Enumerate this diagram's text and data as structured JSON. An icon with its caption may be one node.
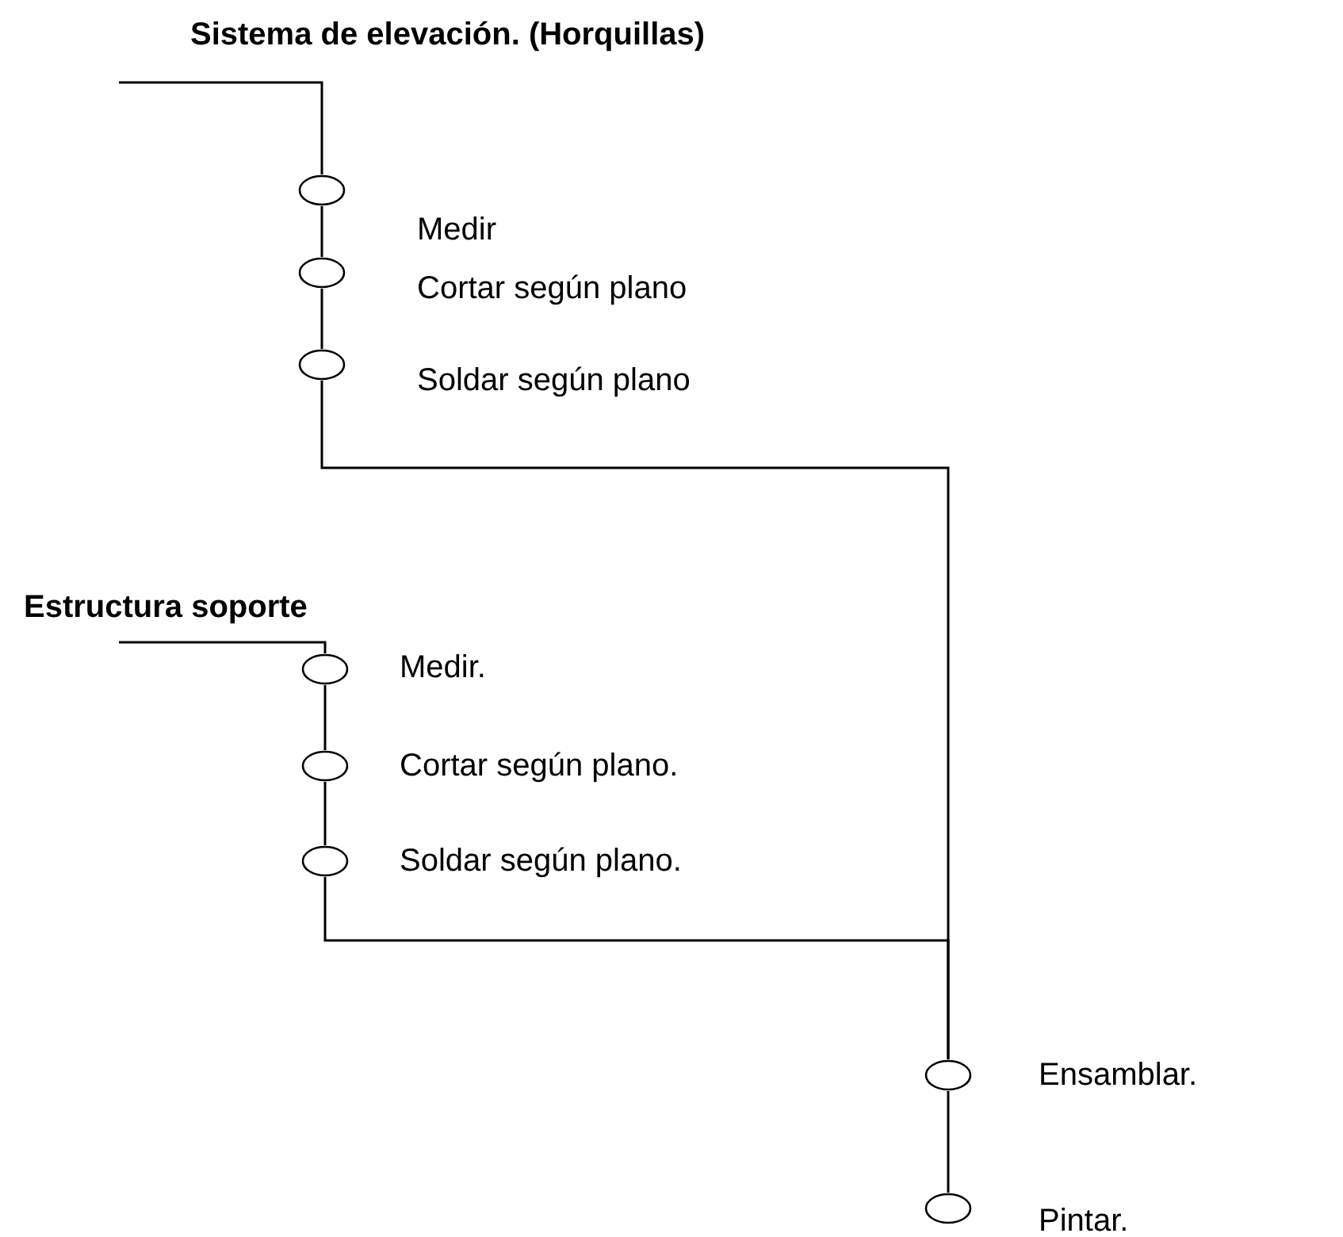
{
  "diagram": {
    "nodes": [
      {
        "text": [
          "Sistema de elevación. (Horquillas)"
        ]
      },
      {
        "text": [],
        "shape": "circle",
        "beside": [
          "Medir"
        ]
      },
      {
        "text": [],
        "shape": "circle",
        "beside": [
          "Cortar según plano"
        ]
      },
      {
        "text": [],
        "shape": "circle",
        "beside": [
          "Soldar según plano"
        ]
      },
      {
        "text": [
          "Estructura soporte"
        ]
      },
      {
        "text": [],
        "shape": "circle",
        "beside": [
          "Medir."
        ]
      },
      {
        "text": [],
        "shape": "circle",
        "beside": [
          "Cortar según plano."
        ]
      },
      {
        "text": [],
        "shape": "circle",
        "beside": [
          "Soldar según plano."
        ]
      },
      {
        "text": [],
        "shape": "circle",
        "beside": [
          "Ensamblar."
        ]
      },
      {
        "text": [],
        "shape": "circle",
        "beside": [
          "Pintar."
        ]
      }
    ],
    "edges": [
      {
        "from": 0,
        "to": 1,
        "arrow": "none"
      },
      {
        "from": 1,
        "to": 2,
        "arrow": "none"
      },
      {
        "from": 2,
        "to": 3,
        "arrow": "none"
      },
      {
        "from": 3,
        "to": 8,
        "arrow": "none"
      },
      {
        "from": 4,
        "to": 5,
        "arrow": "none"
      },
      {
        "from": 5,
        "to": 6,
        "arrow": "none"
      },
      {
        "from": 6,
        "to": 7,
        "arrow": "none"
      },
      {
        "from": 7,
        "to": 8,
        "arrow": "none"
      },
      {
        "from": 8,
        "to": 9,
        "arrow": "none"
      }
    ]
  }
}
